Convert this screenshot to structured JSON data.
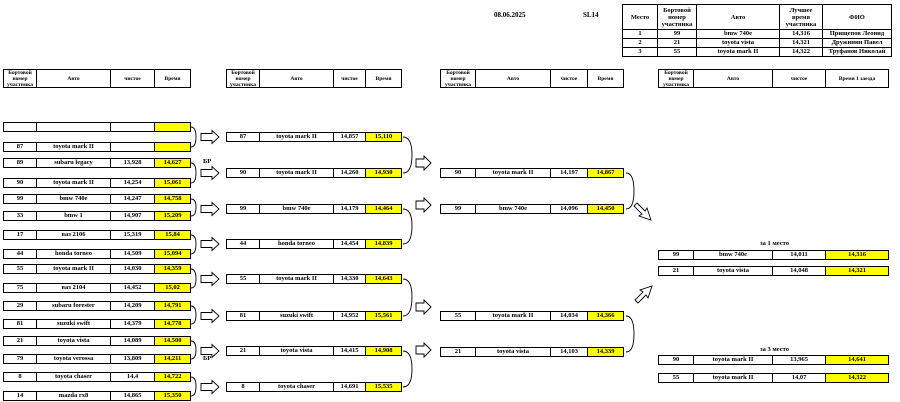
{
  "date": "08.06.2025",
  "event_code": "SL14",
  "leaderboard": {
    "headers": [
      "Место",
      "Бортовой номер участника",
      "Авто",
      "Лучшее время участника",
      "ФИО"
    ],
    "rows": [
      [
        "1",
        "99",
        "bmw 740e",
        "14,316",
        "Прищепов Леонид"
      ],
      [
        "2",
        "21",
        "toyota vista",
        "14,321",
        "Дружинин Павел"
      ],
      [
        "3",
        "55",
        "toyota mark II",
        "14,322",
        "Труфанов Николай"
      ]
    ]
  },
  "column_headers": [
    "Бортовой номер участника",
    "Авто",
    "чистое",
    "Время"
  ],
  "final_headers": [
    "Бортовой номер участника",
    "Авто",
    "чистое",
    "Время 1 заезда"
  ],
  "round1": [
    [
      "",
      "",
      "",
      ""
    ],
    [
      "87",
      "toyota mark II",
      "",
      ""
    ],
    [
      "89",
      "subaru legacy",
      "13,928",
      "14,627"
    ],
    [
      "90",
      "toyota mark II",
      "14,254",
      "15,061"
    ],
    [
      "99",
      "bmw 740e",
      "14,247",
      "14,758"
    ],
    [
      "33",
      "bmw 1",
      "14,907",
      "15,209"
    ],
    [
      "17",
      "ваз 2106",
      "15,319",
      "15,84"
    ],
    [
      "44",
      "honda torneo",
      "14,509",
      "15,094"
    ],
    [
      "55",
      "toyota mark II",
      "14,030",
      "14,359"
    ],
    [
      "75",
      "ваз 2104",
      "14,452",
      "15,02"
    ],
    [
      "29",
      "subaru forester",
      "14,209",
      "14,791"
    ],
    [
      "81",
      "suzuki swift",
      "14,379",
      "14,778"
    ],
    [
      "21",
      "toyota vista",
      "14,089",
      "14,500"
    ],
    [
      "79",
      "toyota verossa",
      "13,809",
      "14,211"
    ],
    [
      "8",
      "toyota chaser",
      "14,4",
      "14,722"
    ],
    [
      "14",
      "mazda rx8",
      "14,865",
      "15,350"
    ]
  ],
  "round2": [
    [
      "87",
      "toyota mark II",
      "14,857",
      "15,110"
    ],
    [
      "90",
      "toyota mark II",
      "14,260",
      "14,930"
    ],
    [
      "99",
      "bmw 740e",
      "14,179",
      "14,464"
    ],
    [
      "44",
      "honda torneo",
      "14,454",
      "14,839"
    ],
    [
      "55",
      "toyota mark II",
      "14,330",
      "14,643"
    ],
    [
      "81",
      "suzuki swift",
      "14,952",
      "15,561"
    ],
    [
      "21",
      "toyota vista",
      "14,415",
      "14,908"
    ],
    [
      "8",
      "toyota chaser",
      "14,691",
      "15,535"
    ]
  ],
  "round3": [
    [
      "90",
      "toyota mark II",
      "14,197",
      "14,867"
    ],
    [
      "99",
      "bmw 740e",
      "14,096",
      "14,450"
    ],
    [
      "55",
      "toyota mark II",
      "14,034",
      "14,366"
    ],
    [
      "21",
      "toyota vista",
      "14,103",
      "14,339"
    ]
  ],
  "br_label": "БР",
  "final1_label": "за 1 место",
  "final1": [
    [
      "99",
      "bmw 740e",
      "14,011",
      "14,316"
    ],
    [
      "21",
      "toyota vista",
      "14,048",
      "14,321"
    ]
  ],
  "final3_label": "за 3 место",
  "final3": [
    [
      "90",
      "toyota mark II",
      "13,965",
      "14,641"
    ],
    [
      "55",
      "toyota mark II",
      "14,07",
      "14,322"
    ]
  ]
}
